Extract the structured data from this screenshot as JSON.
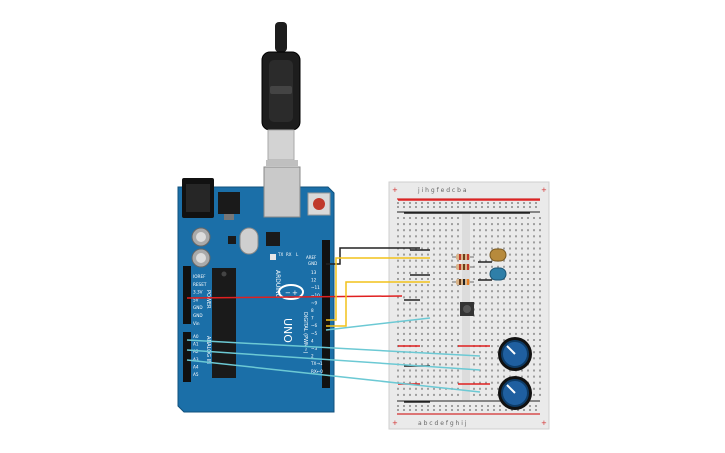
{
  "arduino": {
    "brand": "ARDUINO",
    "model": "UNO",
    "aref_label": "AREF",
    "gnd_label": "GND",
    "digital_numbers": [
      "13",
      "12",
      "~11",
      "~10",
      "~9",
      "8",
      "7",
      "~6",
      "~5",
      "4",
      "~3",
      "2",
      "TX→1",
      "RX←0"
    ],
    "digital_header_label": "DIGITAL (PWM~)",
    "tx_label": "TX",
    "rx_label": "RX",
    "l_label": "L",
    "power_pins": [
      "IOREF",
      "RESET",
      "3.3V",
      "5V",
      "GND",
      "GND",
      "Vin"
    ],
    "power_label": "POWER",
    "analog_pins": [
      "A0",
      "A1",
      "A2",
      "A3",
      "A4",
      "A5"
    ],
    "analog_label": "ANALOG IN"
  },
  "breadboard": {
    "top_letters": "j i h g f  e d c b a",
    "bottom_letters": "a b c d e  f g h i j"
  },
  "colors": {
    "board_blue": "#1b6fa8",
    "wire_red": "#e02020",
    "wire_black": "#222222",
    "wire_yellow": "#f2c21a",
    "wire_cyan": "#6cc9d4",
    "breadboard_body": "#eaeaea",
    "usb_black": "#1d1d1d"
  },
  "components": [
    "usb-cable",
    "arduino-uno",
    "breadboard",
    "resistor-1",
    "resistor-2",
    "resistor-3",
    "led-yellow",
    "led-blue",
    "pushbutton",
    "potentiometer-1",
    "potentiometer-2"
  ]
}
